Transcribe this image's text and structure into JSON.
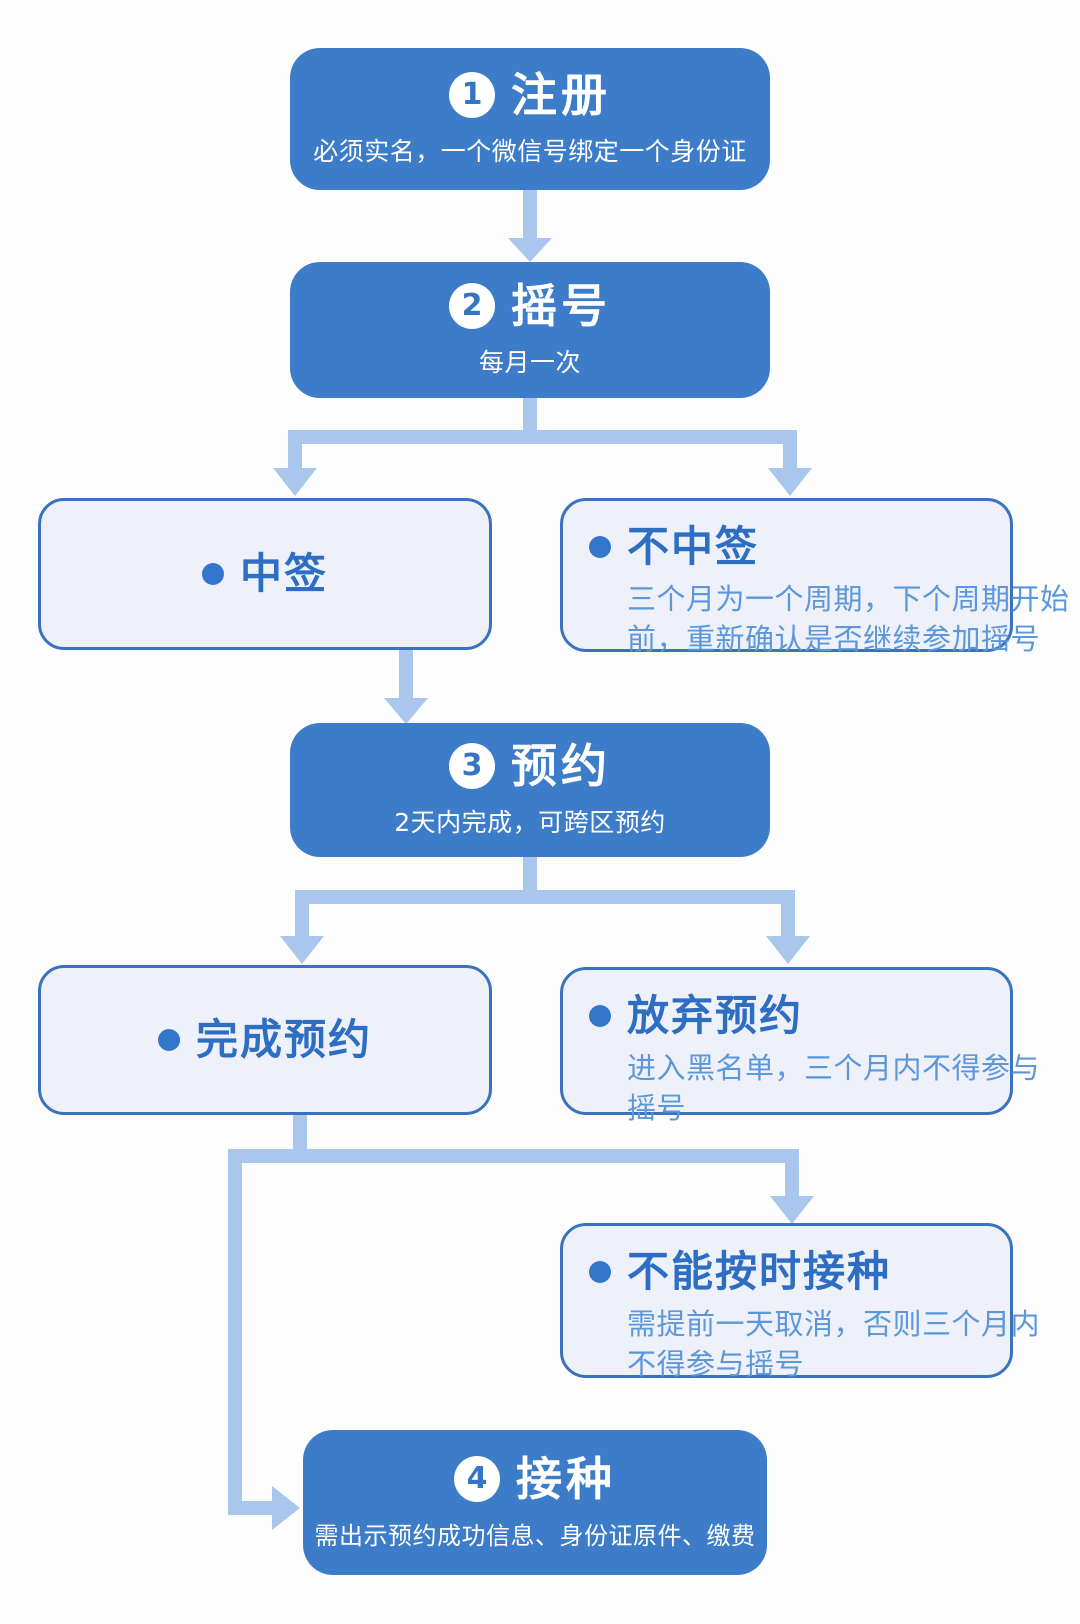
{
  "colors": {
    "step_box_fill": "#3d7cc8",
    "step_text": "#ffffff",
    "outcome_box_fill": "#eef1fa",
    "outcome_box_border": "#3a72bd",
    "outcome_title_text": "#2d6ec3",
    "outcome_body_text": "#5b97d9",
    "connector": "#a9c7ec",
    "bullet": "#3377cd",
    "page_background": "#fdfdfe"
  },
  "flow": {
    "steps": [
      {
        "number": "1",
        "title": "注册",
        "subtitle": "必须实名，一个微信号绑定一个身份证"
      },
      {
        "number": "2",
        "title": "摇号",
        "subtitle": "每月一次"
      },
      {
        "number": "3",
        "title": "预约",
        "subtitle": "2天内完成，可跨区预约"
      },
      {
        "number": "4",
        "title": "接种",
        "subtitle": "需出示预约成功信息、身份证原件、缴费"
      }
    ],
    "outcomes": [
      {
        "title": "中签",
        "details": []
      },
      {
        "title": "不中签",
        "details": [
          "三个月为一个周期，下个周期开始",
          "前，重新确认是否继续参加摇号"
        ]
      },
      {
        "title": "完成预约",
        "details": []
      },
      {
        "title": "放弃预约",
        "details": [
          "进入黑名单，三个月内不得参与",
          "摇号"
        ]
      },
      {
        "title": "不能按时接种",
        "details": [
          "需提前一天取消，否则三个月内",
          "不得参与摇号"
        ]
      }
    ],
    "connections": [
      {
        "from": "注册",
        "to": "摇号"
      },
      {
        "from": "摇号",
        "to": "中签"
      },
      {
        "from": "摇号",
        "to": "不中签"
      },
      {
        "from": "中签",
        "to": "预约"
      },
      {
        "from": "预约",
        "to": "完成预约"
      },
      {
        "from": "预约",
        "to": "放弃预约"
      },
      {
        "from": "完成预约",
        "to": "不能按时接种"
      },
      {
        "from": "完成预约",
        "to": "接种"
      }
    ]
  }
}
